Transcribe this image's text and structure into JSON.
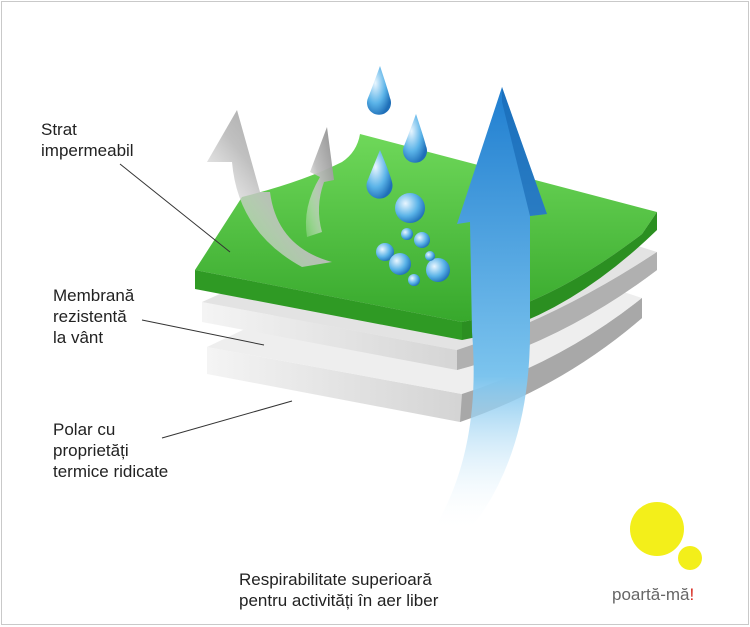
{
  "labels": {
    "strat": [
      "Strat",
      "impermeabil"
    ],
    "membrana": [
      "Membrană",
      "rezistentă",
      "la vânt"
    ],
    "polar": [
      "Polar cu",
      "proprietăți",
      "termice ridicate"
    ],
    "caption": [
      "Respirabilitate superioară",
      "pentru activități în aer liber"
    ]
  },
  "brand": {
    "name": "poartă-mă",
    "mark": "!"
  },
  "colors": {
    "green_layer": "#4cc23c",
    "membrane": "#e3e3e3",
    "fleece": "#eeeeee",
    "blue_arrow": "#2a8fd8",
    "grey_arrow": "#9a9a9a",
    "droplet": "#5ab3e8",
    "brand_yellow": "#f3ef1a",
    "brand_accent": "#d6271d"
  }
}
